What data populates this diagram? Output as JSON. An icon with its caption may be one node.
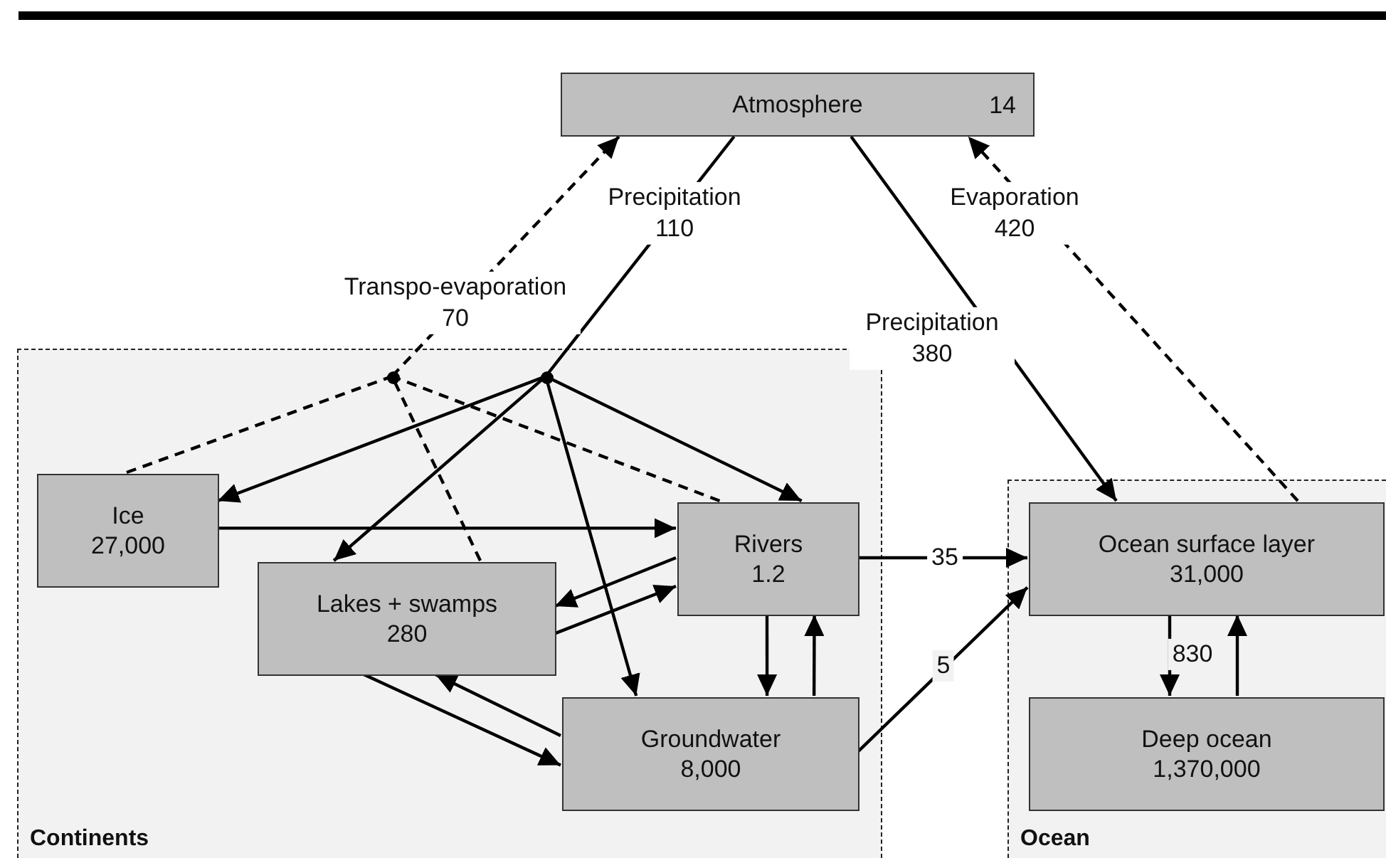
{
  "diagram": {
    "nodes": [
      {
        "text": [
          "Continents"
        ]
      },
      {
        "text": [
          "Ocean"
        ]
      },
      {
        "text": [
          "Atmosphere",
          "14"
        ]
      },
      {
        "text": [
          "Ice",
          "27,000"
        ],
        "in": 0
      },
      {
        "text": [
          "Lakes + swamps",
          "280"
        ],
        "in": 0
      },
      {
        "text": [
          "Rivers",
          "1.2"
        ],
        "in": 0
      },
      {
        "text": [
          "Groundwater",
          "8,000"
        ],
        "in": 0
      },
      {
        "text": [
          "Ocean surface layer",
          "31,000"
        ],
        "in": 1
      },
      {
        "text": [
          "Deep ocean",
          "1,370,000"
        ],
        "in": 1
      },
      {
        "text": [],
        "shape": "circle",
        "in": 0
      },
      {
        "text": [],
        "shape": "circle",
        "in": 0
      }
    ],
    "edges": [
      {
        "from": 3,
        "to": 9,
        "arrow": "none",
        "style": "dashed"
      },
      {
        "from": 4,
        "to": 9,
        "arrow": "none",
        "style": "dashed"
      },
      {
        "from": 5,
        "to": 9,
        "arrow": "none",
        "style": "dashed"
      },
      {
        "from": 9,
        "to": 2,
        "arrow": "to",
        "style": "dashed",
        "label": "Transpo-evaporation 70"
      },
      {
        "from": 2,
        "to": 10,
        "arrow": "none",
        "label": "Precipitation 110"
      },
      {
        "from": 10,
        "to": 3,
        "arrow": "to"
      },
      {
        "from": 10,
        "to": 4,
        "arrow": "to"
      },
      {
        "from": 10,
        "to": 6,
        "arrow": "to"
      },
      {
        "from": 10,
        "to": 5,
        "arrow": "to"
      },
      {
        "from": 2,
        "to": 7,
        "arrow": "to",
        "label": "Precipitation 380"
      },
      {
        "from": 7,
        "to": 2,
        "arrow": "to",
        "style": "dashed",
        "label": "Evaporation 420"
      },
      {
        "from": 3,
        "to": 5,
        "arrow": "to"
      },
      {
        "from": 5,
        "to": 4,
        "arrow": "to"
      },
      {
        "from": 4,
        "to": 5,
        "arrow": "to"
      },
      {
        "from": 4,
        "to": 6,
        "arrow": "to"
      },
      {
        "from": 6,
        "to": 4,
        "arrow": "to"
      },
      {
        "from": 5,
        "to": 6,
        "arrow": "to"
      },
      {
        "from": 6,
        "to": 5,
        "arrow": "to"
      },
      {
        "from": 5,
        "to": 7,
        "arrow": "to",
        "label": "35"
      },
      {
        "from": 6,
        "to": 7,
        "arrow": "to",
        "label": "5"
      },
      {
        "from": 7,
        "to": 8,
        "arrow": "to",
        "label": "830"
      },
      {
        "from": 8,
        "to": 7,
        "arrow": "to"
      }
    ]
  }
}
